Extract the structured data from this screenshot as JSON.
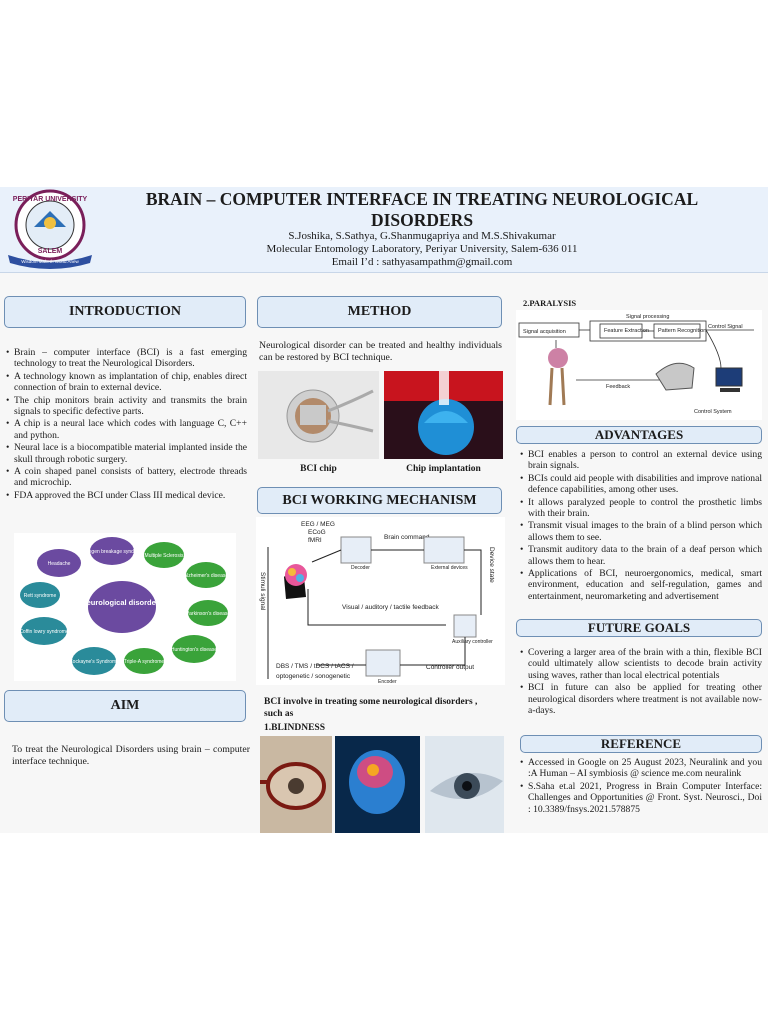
{
  "header": {
    "title": "BRAIN – COMPUTER INTERFACE IN TREATING NEUROLOGICAL DISORDERS",
    "authors": "S.Joshika, S.Sathya, G.Shanmugapriya and M.S.Shivakumar",
    "lab": "Molecular Entomology Laboratory, Periyar University, Salem-636 011",
    "email": "Email I’d : sathyasampathm@gmail.com",
    "logo": {
      "top_text": "PERIYAR UNIVERSITY",
      "bottom_text": "SALEM",
      "ribbon": "Wisdom Maketh World Anew"
    }
  },
  "introduction": {
    "heading": "INTRODUCTION",
    "bullets": [
      "Brain – computer interface (BCI) is a fast emerging technology to treat the Neurological Disorders.",
      "A technology known as implantation of chip, enables direct connection of brain to external device.",
      "The chip monitors brain activity and transmits the brain signals to specific defective parts.",
      "A chip is a neural lace which codes with language C, C++ and python.",
      "Neural lace is a biocompatible material implanted inside the skull through robotic surgery.",
      "A coin shaped panel consists of battery, electrode threads and microchip.",
      "FDA approved the BCI under Class III medical device."
    ]
  },
  "disorders_diagram": {
    "center": "Neurological disorders",
    "nodes": [
      "Headache",
      "Nijmegen breakage syndrome",
      "Multiple Sclerosis",
      "Alzheimer's disease",
      "Parkinson's disease",
      "Huntington's disease",
      "Triple-A syndrome",
      "Cockayne's Syndrome",
      "Coffin lowry syndrome",
      "Rett syndrome"
    ]
  },
  "aim": {
    "heading": "AIM",
    "text": "To treat the Neurological Disorders using brain – computer interface technique."
  },
  "method": {
    "heading": "METHOD",
    "text": "Neurological disorder can be treated and healthy individuals can be restored by BCI technique.",
    "caption_chip": "BCI chip",
    "caption_implant": "Chip implantation"
  },
  "mechanism": {
    "heading": "BCI WORKING MECHANISM",
    "labels": {
      "eeg": "EEG / MEG",
      "ecog": "ECoG",
      "fmri": "fMRI",
      "brain_command": "Brain command",
      "decoder": "Decoder",
      "external": "External devices",
      "device_state": "Device state",
      "stimuli": "Stimuli signal",
      "feedback": "Visual / auditory / tactile feedback",
      "aux": "Auxiliary controller",
      "controller_output": "Controller output",
      "encoder": "Encoder",
      "dbs": "DBS / TMS / tDCS / tACS /",
      "opto": "optogenetic / sonogenetic"
    }
  },
  "bci_involve": {
    "text_line1": "BCI involve in treating some neurological disorders ,",
    "text_line2": "such as",
    "blindness": "1.BLINDNESS"
  },
  "paralysis": {
    "heading": "2.PARALYSIS",
    "signal_processing": "Signal processing",
    "signal_acquisition": "Signal acquisition",
    "feature_extraction": "Feature Extraction",
    "pattern_recognition": "Pattern Recognition",
    "control_signal": "Control Signal",
    "feedback": "Feedback",
    "control_system": "Control System"
  },
  "advantages": {
    "heading": "ADVANTAGES",
    "bullets": [
      "BCI enables a person to control an external device using brain signals.",
      "BCIs could aid people with disabilities and improve national defence capabilities, among other uses.",
      "It allows paralyzed people to control the prosthetic limbs with their brain.",
      "Transmit visual images to the brain of a blind person which allows them to see.",
      "Transmit auditory data to the brain of a deaf person which allows them to hear.",
      "Applications of BCI, neuroergonomics, medical, smart environment, education and self-regulation, games and entertainment, neuromarketing and advertisement"
    ]
  },
  "future": {
    "heading": "FUTURE GOALS",
    "bullets": [
      "Covering a larger area of the brain with a thin, flexible BCI could ultimately allow scientists to decode brain activity using waves, rather than local electrical potentials",
      "BCI in future can also be applied for treating other neurological disorders where treatment is not available now-a-days."
    ]
  },
  "reference": {
    "heading": "REFERENCE",
    "bullets": [
      "Accessed in Google on 25 August 2023, Neuralink and you :A Human – AI symbiosis @ science me.com neuralink",
      "S.Saha et.al 2021, Progress in Brain Computer Interface: Challenges and Opportunities @ Front. Syst. Neurosci., Doi : 10.3389/fnsys.2021.578875"
    ]
  },
  "colors": {
    "header_bg": "#e9f1fb",
    "section_bg": "#e1ecf8",
    "section_border": "#6e8fb4",
    "diagram_green": "#3aa33a",
    "diagram_purple": "#6b4aa0",
    "diagram_teal": "#2a8b9a"
  }
}
